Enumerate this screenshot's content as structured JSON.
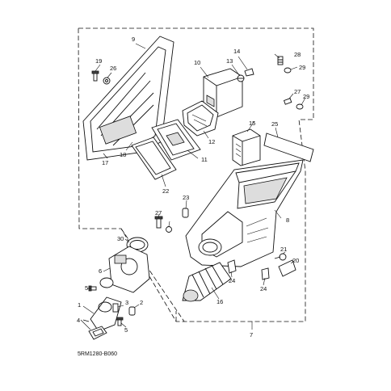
{
  "diagram": {
    "drawing_code": "5RM1280-B060",
    "callouts": {
      "n1": "1",
      "n2": "2",
      "n3": "3",
      "n4": "4",
      "n5a": "5",
      "n5b": "5",
      "n6": "6",
      "n7": "7",
      "n8": "8",
      "n9": "9",
      "n10": "10",
      "n11": "11",
      "n12": "12",
      "n13": "13",
      "n14": "14",
      "n15": "15",
      "n16": "16",
      "n17": "17",
      "n18": "18",
      "n19": "19",
      "n20": "20",
      "n21": "21",
      "n22": "22",
      "n23": "23",
      "n24a": "24",
      "n24b": "24",
      "n25": "25",
      "n26": "26",
      "n27a": "27",
      "n27b": "27",
      "n28": "28",
      "n29a": "29",
      "n29b": "29",
      "n30": "30"
    }
  }
}
